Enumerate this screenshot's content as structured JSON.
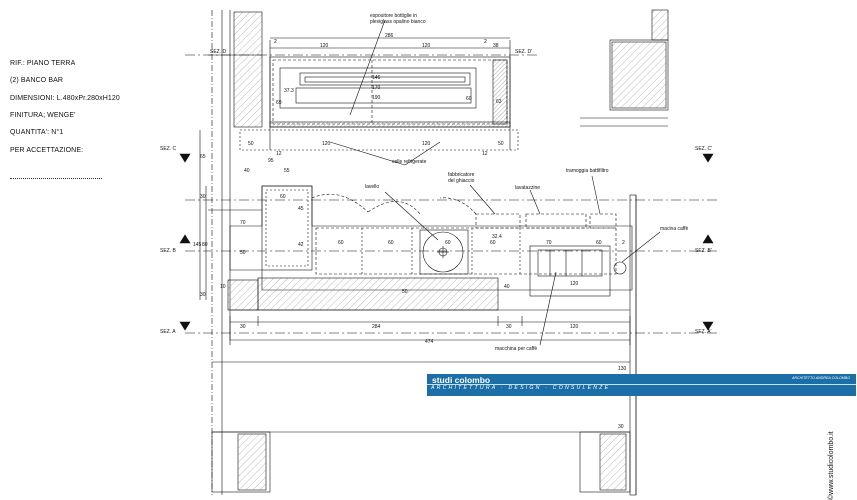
{
  "info": {
    "rif": "RIF.: PIANO TERRA",
    "item": "(2) BANCO BAR",
    "dimensioni": "DIMENSIONI: L.480xPr.280xH120",
    "finitura": "FINITURA; WENGE'",
    "quantita": "QUANTITA': N°1",
    "accettazione": "PER ACCETTAZIONE:"
  },
  "sections": {
    "d_left": "SEZ. D",
    "d_right": "SEZ. D'",
    "c_left": "SEZ. C",
    "c_right": "SEZ. C'",
    "b_left": "SEZ. B",
    "b_right": "SEZ. B'",
    "a_left": "SEZ. A",
    "a_right": "SEZ. A'"
  },
  "labels": {
    "espositore_1": "espositore bottiglie in",
    "espositore_2": "plexiglass opalino bianco",
    "celle": "celle refrigerate",
    "fabbricatore_1": "fabbricatore",
    "fabbricatore_2": "del ghiaccio",
    "lavello": "lavello",
    "lavatazzine": "lavatazzine",
    "tramoggia": "tramoggia battifiltro",
    "macina": "macina caffè",
    "macchina": "macchina per caffè"
  },
  "dims": {
    "top_286": "286",
    "top_120a": "120",
    "top_120b": "120",
    "top_38": "38",
    "top_2a": "2",
    "top_2b": "2",
    "inner_146": "146",
    "inner_170": "170",
    "inner_190": "190",
    "v_373": "37.3",
    "v_69": "69",
    "v_60": "60",
    "v_63": "63",
    "c_50": "50",
    "c_12a": "12",
    "c_120a": "120",
    "c_120b": "120",
    "c_12b": "12",
    "c_50b": "50",
    "d_65": "65",
    "d_95": "95",
    "d_40": "40",
    "d_55": "55",
    "d_30a": "30",
    "d_80": "80",
    "d_145": "145",
    "d_30b": "30",
    "d_60a": "60",
    "d_45": "45",
    "d_42": "42",
    "d_70a": "70",
    "d_50a": "50",
    "m_60a": "60",
    "m_60b": "60",
    "m_60c": "60",
    "m_60d": "60",
    "m_70": "70",
    "m_60e": "60",
    "m_2": "2",
    "m_120": "120",
    "m_50": "50",
    "m_40": "40",
    "m_10": "10",
    "m_324": "32.4",
    "b_30a": "30",
    "b_284": "284",
    "b_30b": "30",
    "b_120": "120",
    "b_474": "474",
    "r_130": "130",
    "r_30": "30"
  },
  "banner": {
    "firm": "studi colombo",
    "tagline": "ARCHITETTURA · DESIGN · CONSULENZE",
    "architect": "ARCHITETTO ANDREA COLOMBO"
  },
  "website": "©www.studicolombo.it"
}
